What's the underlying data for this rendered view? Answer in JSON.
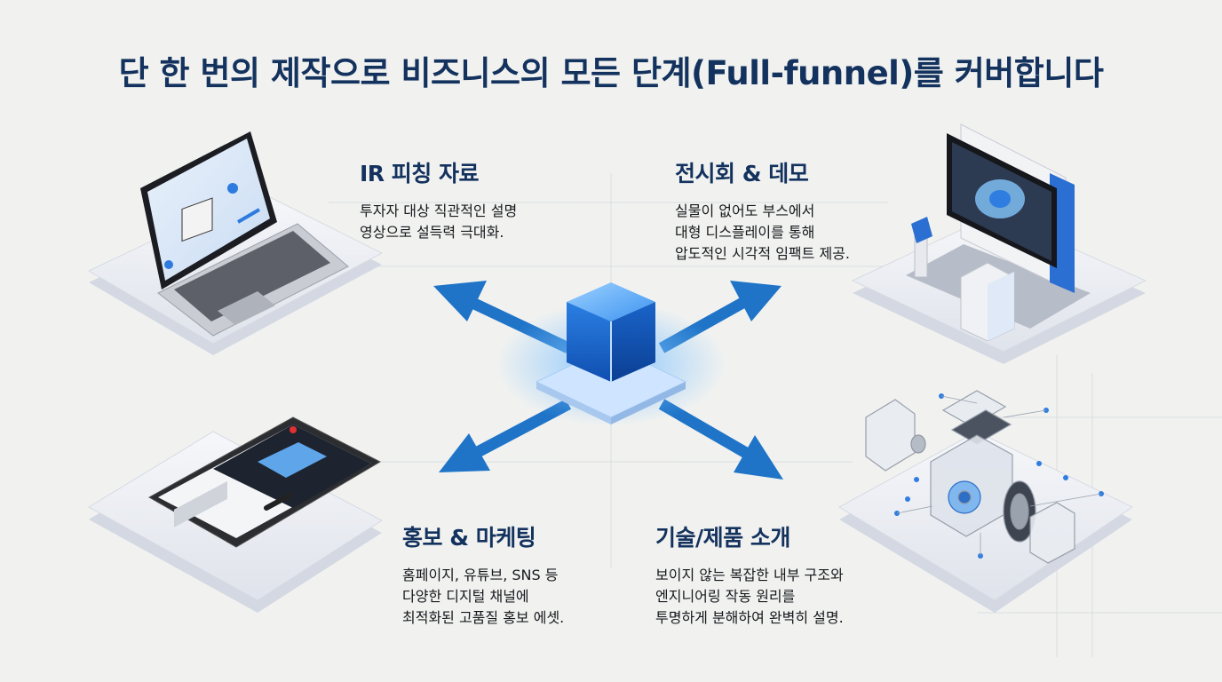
{
  "title": "단 한 번의 제작으로 비즈니스의 모든 단계(Full-funnel)를 커버합니다",
  "sections": [
    {
      "id": "ir",
      "heading": "IR 피칭 자료",
      "lines": [
        "투자자 대상 직관적인 설명",
        "영상으로 설득력 극대화."
      ]
    },
    {
      "id": "expo",
      "heading": "전시회 & 데모",
      "lines": [
        "실물이 없어도 부스에서",
        "대형 디스플레이를 통해",
        "압도적인 시각적 임팩트 제공."
      ]
    },
    {
      "id": "mkt",
      "heading": "홍보 & 마케팅",
      "lines": [
        "홈페이지, 유튜브, SNS 등",
        "다양한 디지털 채널에",
        "최적화된 고품질 홍보 에셋."
      ]
    },
    {
      "id": "tech",
      "heading": "기술/제품 소개",
      "lines": [
        "보이지 않는 복잡한 내부 구조와",
        "엔지니어링 작동 원리를",
        "투명하게 분해하여 완벽히 설명."
      ]
    }
  ],
  "colors": {
    "title": "#14325e",
    "arrow": "#1f74c8",
    "cube": "#2a7fe6",
    "platform": "#e4e7ee"
  },
  "icons": [
    "laptop-icon",
    "booth-icon",
    "smartphone-icon",
    "exploded-machine-icon",
    "core-cube-icon"
  ]
}
